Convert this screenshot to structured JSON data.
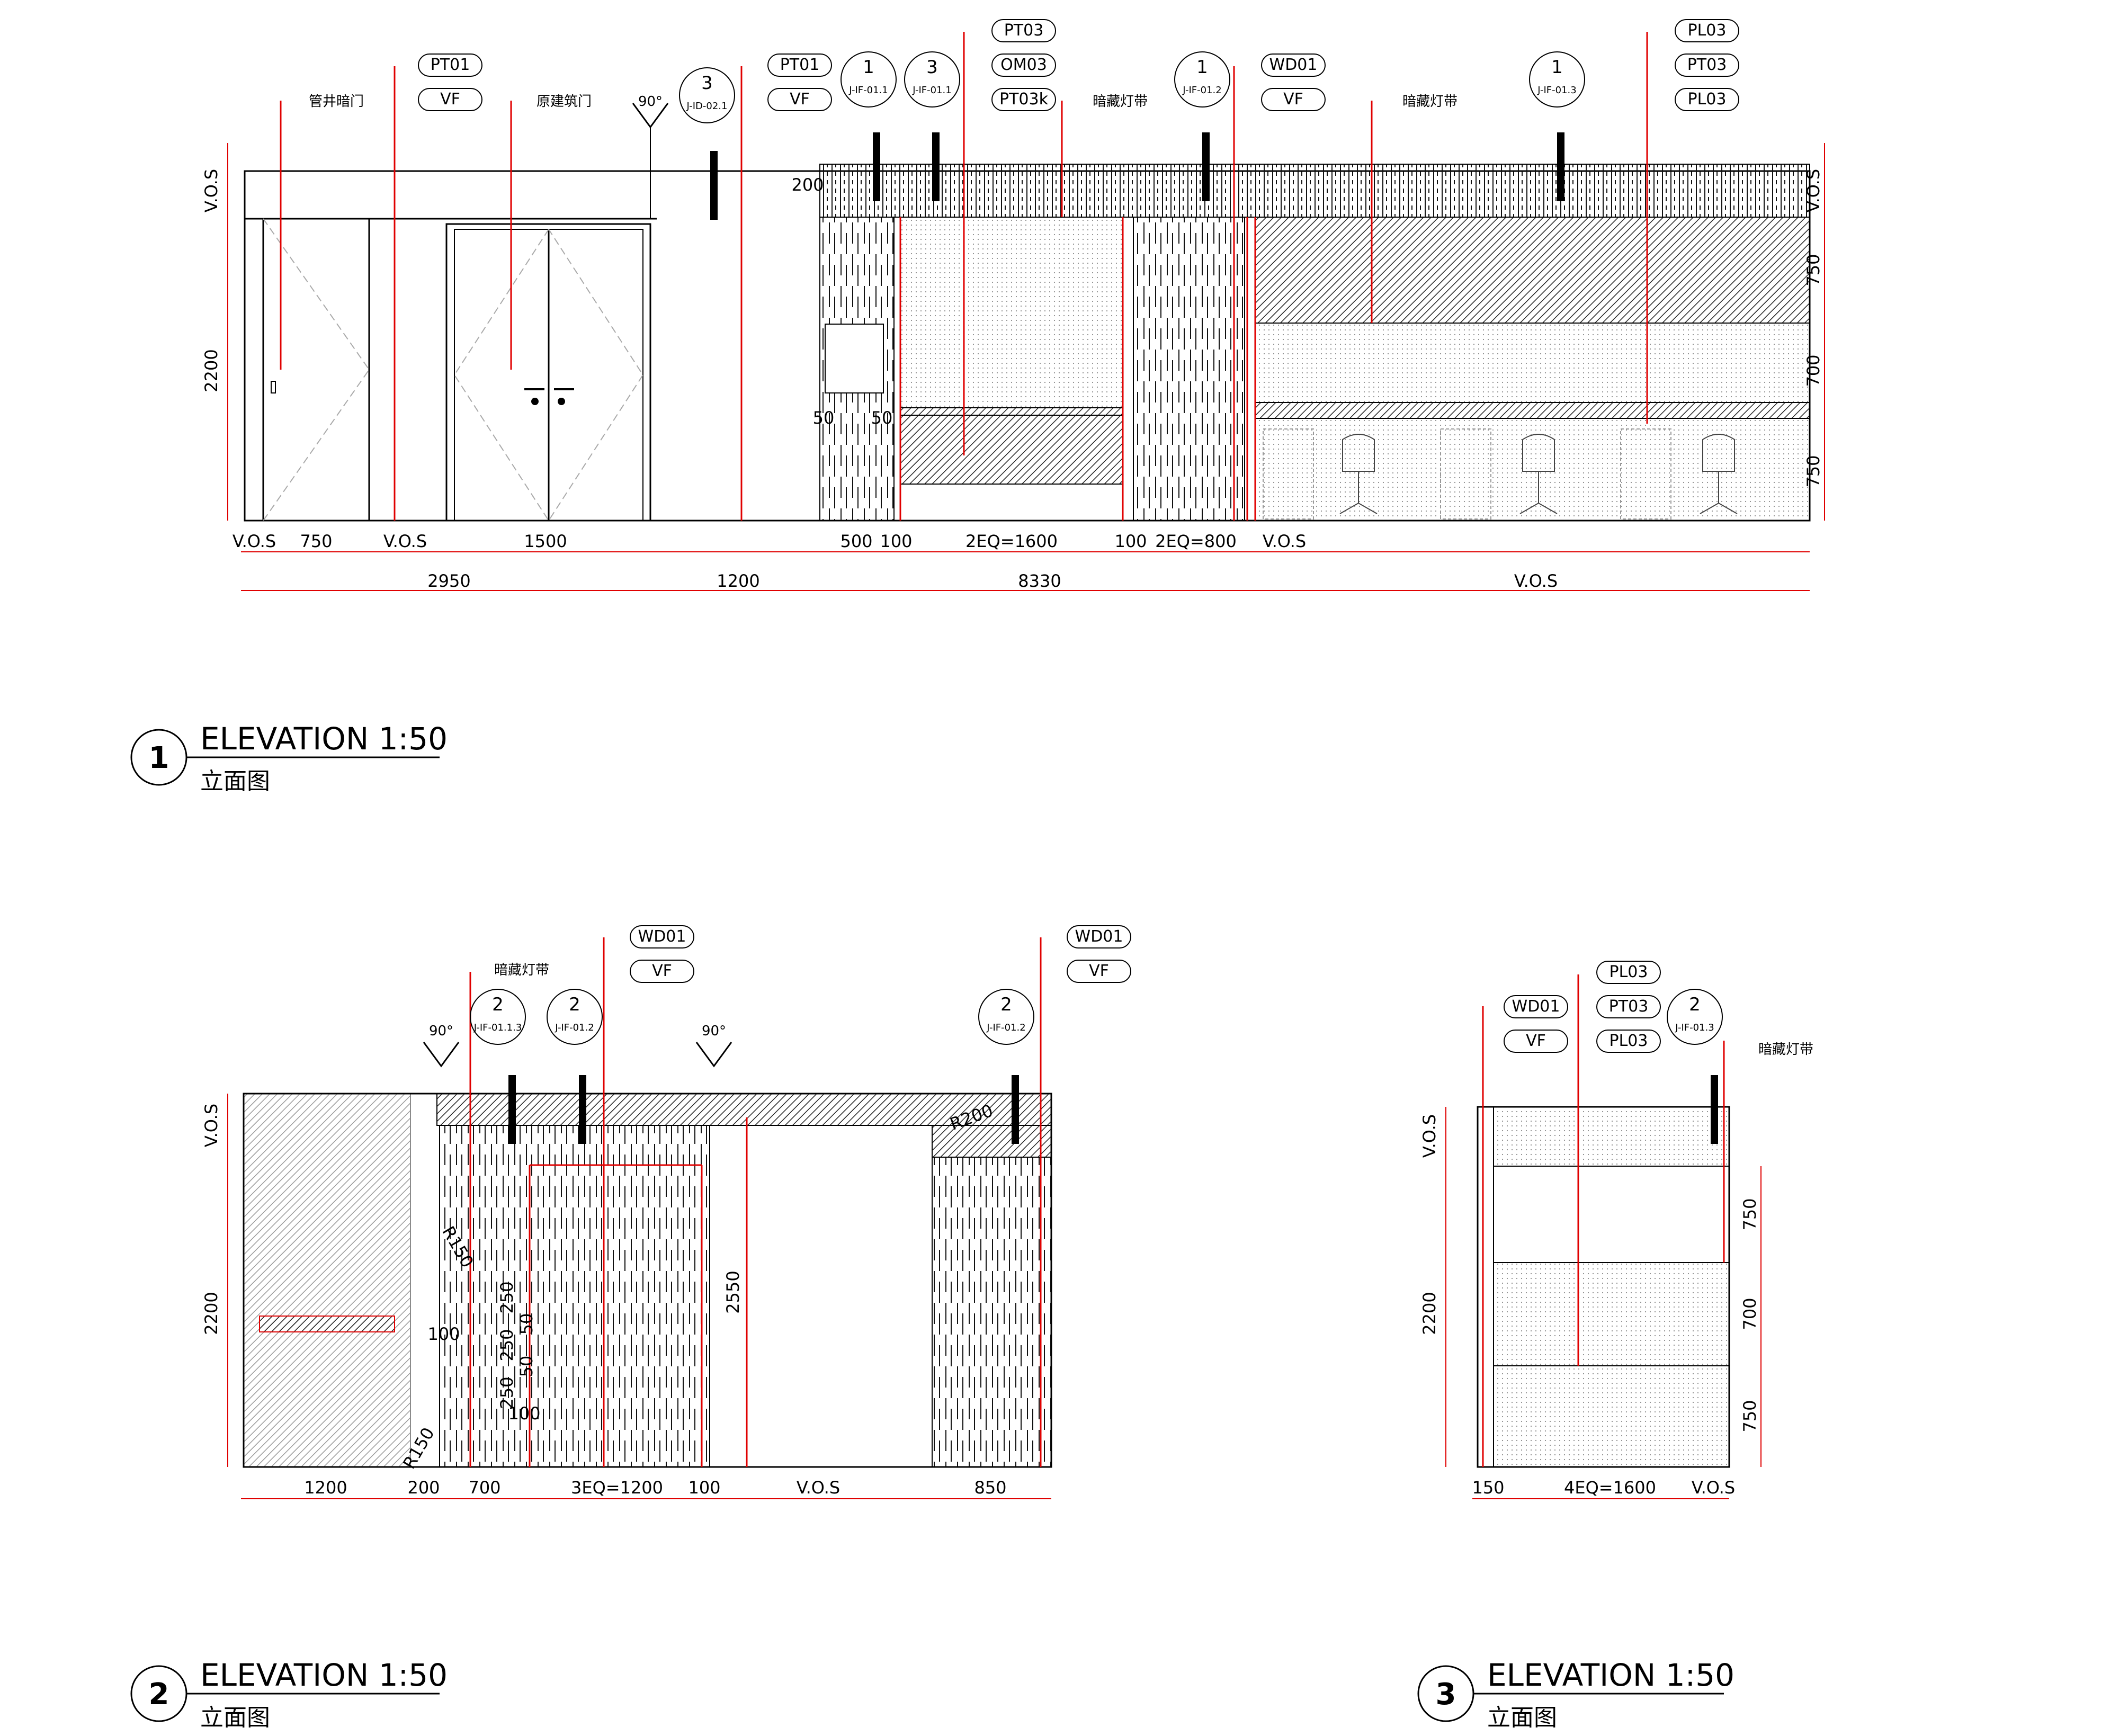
{
  "elevations": [
    {
      "number": "1",
      "title": "ELEVATION 1:50",
      "subtitle": "立面图",
      "tags": [
        {
          "code": "PT01"
        },
        {
          "code": "VF"
        },
        {
          "code": "PT01"
        },
        {
          "code": "VF"
        },
        {
          "code": "PT03"
        },
        {
          "code": "OM03"
        },
        {
          "code": "PT03k"
        },
        {
          "code": "WD01"
        },
        {
          "code": "VF"
        },
        {
          "code": "PL03"
        },
        {
          "code": "PT03"
        },
        {
          "code": "PL03"
        }
      ],
      "notes": [
        "管井暗门",
        "原建筑门",
        "暗藏灯带",
        "暗藏灯带"
      ],
      "angles": [
        "90°"
      ],
      "section_markers": [
        {
          "num": "3",
          "ref": "J-ID-02.1"
        },
        {
          "num": "1",
          "ref": "J-IF-01.1"
        },
        {
          "num": "3",
          "ref": "J-IF-01.1"
        },
        {
          "num": "1",
          "ref": "J-IF-01.2"
        },
        {
          "num": "1",
          "ref": "J-IF-01.3"
        }
      ],
      "dims_row1": [
        "V.O.S",
        "750",
        "V.O.S",
        "1500",
        "500",
        "100",
        "2EQ=1600",
        "100",
        "2EQ=800",
        "V.O.S"
      ],
      "dims_row2": [
        "2950",
        "1200",
        "8330",
        "V.O.S"
      ],
      "dims_left": [
        "V.O.S",
        "2200"
      ],
      "dims_right": [
        "V.O.S",
        "750",
        "700",
        "750"
      ],
      "dims_small": [
        "200",
        "50",
        "50"
      ]
    },
    {
      "number": "2",
      "title": "ELEVATION 1:50",
      "subtitle": "立面图",
      "tags": [
        {
          "code": "WD01"
        },
        {
          "code": "VF"
        },
        {
          "code": "WD01"
        },
        {
          "code": "VF"
        }
      ],
      "notes": [
        "暗藏灯带"
      ],
      "angles": [
        "90°",
        "90°"
      ],
      "section_markers": [
        {
          "num": "2",
          "ref": "J-IF-01.1.3"
        },
        {
          "num": "2",
          "ref": "J-IF-01.2"
        },
        {
          "num": "2",
          "ref": "J-IF-01.2"
        }
      ],
      "dims_row1": [
        "1200",
        "200",
        "700",
        "3EQ=1200",
        "100",
        "V.O.S",
        "850"
      ],
      "dims_left": [
        "V.O.S",
        "2200"
      ],
      "dims_inner": [
        "2550",
        "R150",
        "R150",
        "R200",
        "100",
        "250",
        "250",
        "50",
        "50",
        "250",
        "100"
      ]
    },
    {
      "number": "3",
      "title": "ELEVATION 1:50",
      "subtitle": "立面图",
      "tags": [
        {
          "code": "WD01"
        },
        {
          "code": "VF"
        },
        {
          "code": "PL03"
        },
        {
          "code": "PT03"
        },
        {
          "code": "PL03"
        }
      ],
      "notes": [
        "暗藏灯带"
      ],
      "section_markers": [
        {
          "num": "2",
          "ref": "J-IF-01.3"
        }
      ],
      "dims_row1": [
        "150",
        "4EQ=1600",
        "V.O.S"
      ],
      "dims_left": [
        "V.O.S",
        "2200"
      ],
      "dims_right": [
        "750",
        "700",
        "750"
      ]
    }
  ],
  "colors": {
    "line": "#000000",
    "leader": "#e00000",
    "dim": "#e00000",
    "hatch": "#333333"
  }
}
